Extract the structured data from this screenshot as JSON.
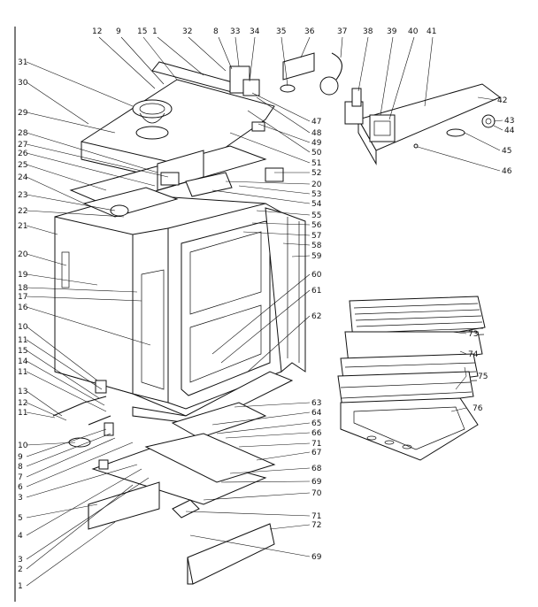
{
  "diagram": {
    "left_labels": [
      "31",
      "30",
      "29",
      "28",
      "27",
      "26",
      "25",
      "24",
      "23",
      "22",
      "21",
      "20",
      "19",
      "18",
      "17",
      "16",
      "10",
      "11",
      "15",
      "14",
      "11",
      "13",
      "12",
      "11",
      "10",
      "9",
      "8",
      "7",
      "6",
      "3",
      "5",
      "4",
      "3",
      "2",
      "1"
    ],
    "top_labels": [
      "12",
      "9",
      "15",
      "1",
      "32",
      "8",
      "33",
      "34",
      "35",
      "36",
      "37",
      "38",
      "39",
      "40",
      "41"
    ],
    "right_labels": [
      "42",
      "43",
      "44",
      "45",
      "46",
      "47",
      "48",
      "49",
      "50",
      "51",
      "52",
      "20",
      "53",
      "54",
      "55",
      "56",
      "57",
      "58",
      "59",
      "60",
      "61",
      "62",
      "63",
      "64",
      "65",
      "66",
      "71",
      "67",
      "68",
      "69",
      "70",
      "71",
      "72",
      "69"
    ],
    "rack_labels": [
      "73",
      "74",
      "75",
      "76"
    ]
  }
}
